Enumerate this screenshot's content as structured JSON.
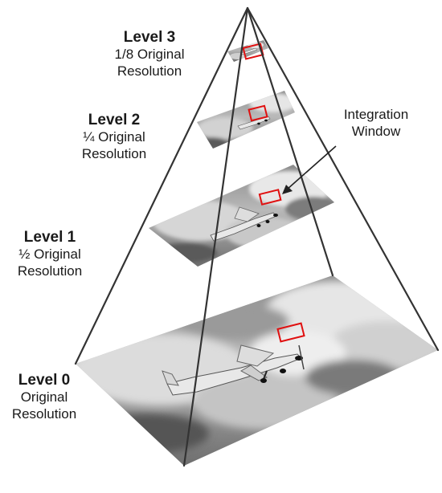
{
  "levels": [
    {
      "title": "Level 3",
      "fraction": "1/8",
      "line1": "Original",
      "line2": "Resolution"
    },
    {
      "title": "Level 2",
      "fraction": "¼",
      "line1": "Original",
      "line2": "Resolution"
    },
    {
      "title": "Level 1",
      "fraction": "½",
      "line1": "Original",
      "line2": "Resolution"
    },
    {
      "title": "Level 0",
      "fraction": "",
      "line1": "Original",
      "line2": "Resolution"
    }
  ],
  "callout": {
    "line1": "Integration",
    "line2": "Window"
  },
  "colors": {
    "pyramid_edge": "#333333",
    "window_box": "#e01010",
    "text": "#1a1a1a"
  }
}
